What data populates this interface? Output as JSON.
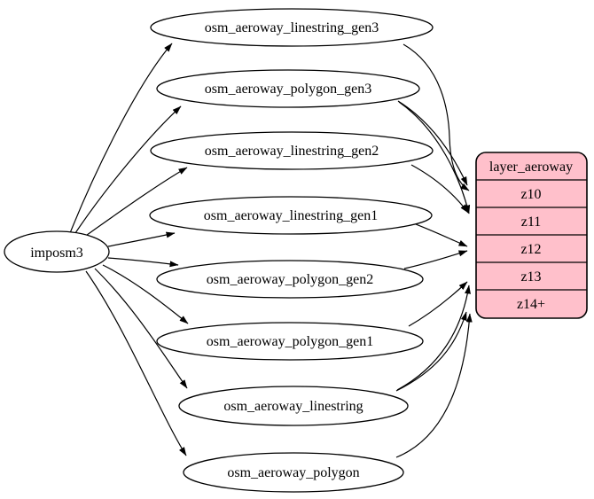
{
  "diagram": {
    "type": "graphviz-digraph",
    "background": "#ffffff",
    "imposm_node": {
      "label": "imposm3"
    },
    "table_nodes": [
      {
        "label": "osm_aeroway_linestring_gen3"
      },
      {
        "label": "osm_aeroway_polygon_gen3"
      },
      {
        "label": "osm_aeroway_linestring_gen2"
      },
      {
        "label": "osm_aeroway_linestring_gen1"
      },
      {
        "label": "osm_aeroway_polygon_gen2"
      },
      {
        "label": "osm_aeroway_polygon_gen1"
      },
      {
        "label": "osm_aeroway_linestring"
      },
      {
        "label": "osm_aeroway_polygon"
      }
    ],
    "layer_node": {
      "title": "layer_aeroway",
      "rows": [
        "z10",
        "z11",
        "z12",
        "z13",
        "z14+"
      ],
      "fill": "#ffc0cb",
      "stroke": "#000000"
    },
    "edges": [
      {
        "from": "imposm3",
        "to": "osm_aeroway_linestring_gen3"
      },
      {
        "from": "imposm3",
        "to": "osm_aeroway_polygon_gen3"
      },
      {
        "from": "imposm3",
        "to": "osm_aeroway_linestring_gen2"
      },
      {
        "from": "imposm3",
        "to": "osm_aeroway_linestring_gen1"
      },
      {
        "from": "imposm3",
        "to": "osm_aeroway_polygon_gen2"
      },
      {
        "from": "imposm3",
        "to": "osm_aeroway_polygon_gen1"
      },
      {
        "from": "imposm3",
        "to": "osm_aeroway_linestring"
      },
      {
        "from": "imposm3",
        "to": "osm_aeroway_polygon"
      },
      {
        "from": "osm_aeroway_linestring_gen3",
        "to": "layer_aeroway:z10"
      },
      {
        "from": "osm_aeroway_polygon_gen3",
        "to": "layer_aeroway:z10"
      },
      {
        "from": "osm_aeroway_polygon_gen3",
        "to": "layer_aeroway:z11"
      },
      {
        "from": "osm_aeroway_linestring_gen2",
        "to": "layer_aeroway:z11"
      },
      {
        "from": "osm_aeroway_linestring_gen1",
        "to": "layer_aeroway:z12"
      },
      {
        "from": "osm_aeroway_polygon_gen2",
        "to": "layer_aeroway:z12"
      },
      {
        "from": "osm_aeroway_polygon_gen1",
        "to": "layer_aeroway:z13"
      },
      {
        "from": "osm_aeroway_linestring",
        "to": "layer_aeroway:z13"
      },
      {
        "from": "osm_aeroway_linestring",
        "to": "layer_aeroway:z14+"
      },
      {
        "from": "osm_aeroway_polygon",
        "to": "layer_aeroway:z14+"
      }
    ]
  }
}
